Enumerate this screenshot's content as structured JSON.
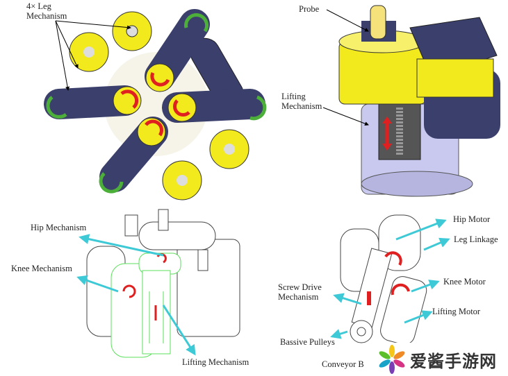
{
  "panels": {
    "top_left": {
      "labels": {
        "leg": "4× Leg\nMechanism"
      }
    },
    "top_right": {
      "labels": {
        "probe": "Probe",
        "lifting": "Lifting\nMechanism"
      }
    },
    "bottom_left": {
      "labels": {
        "hip": "Hip Mechanism",
        "knee": "Knee Mechanism",
        "lifting": "Lifting Mechanism"
      }
    },
    "bottom_right": {
      "labels": {
        "hip_motor": "Hip Motor",
        "leg_linkage": "Leg Linkage",
        "knee_motor": "Knee Motor",
        "screw": "Screw Drive\nMechanism",
        "lifting_motor": "Lifting Motor",
        "pulleys": "Bassive Pulleys",
        "conveyor": "Conveyor B"
      }
    }
  },
  "watermark": {
    "text": "爱酱手游网"
  },
  "colors": {
    "link": "#3b3f6b",
    "yellow": "#f2ea1c",
    "green": "#4caf3a",
    "red": "#e02020",
    "cyan": "#3ec9d6",
    "lavender": "#c9c9f0"
  }
}
